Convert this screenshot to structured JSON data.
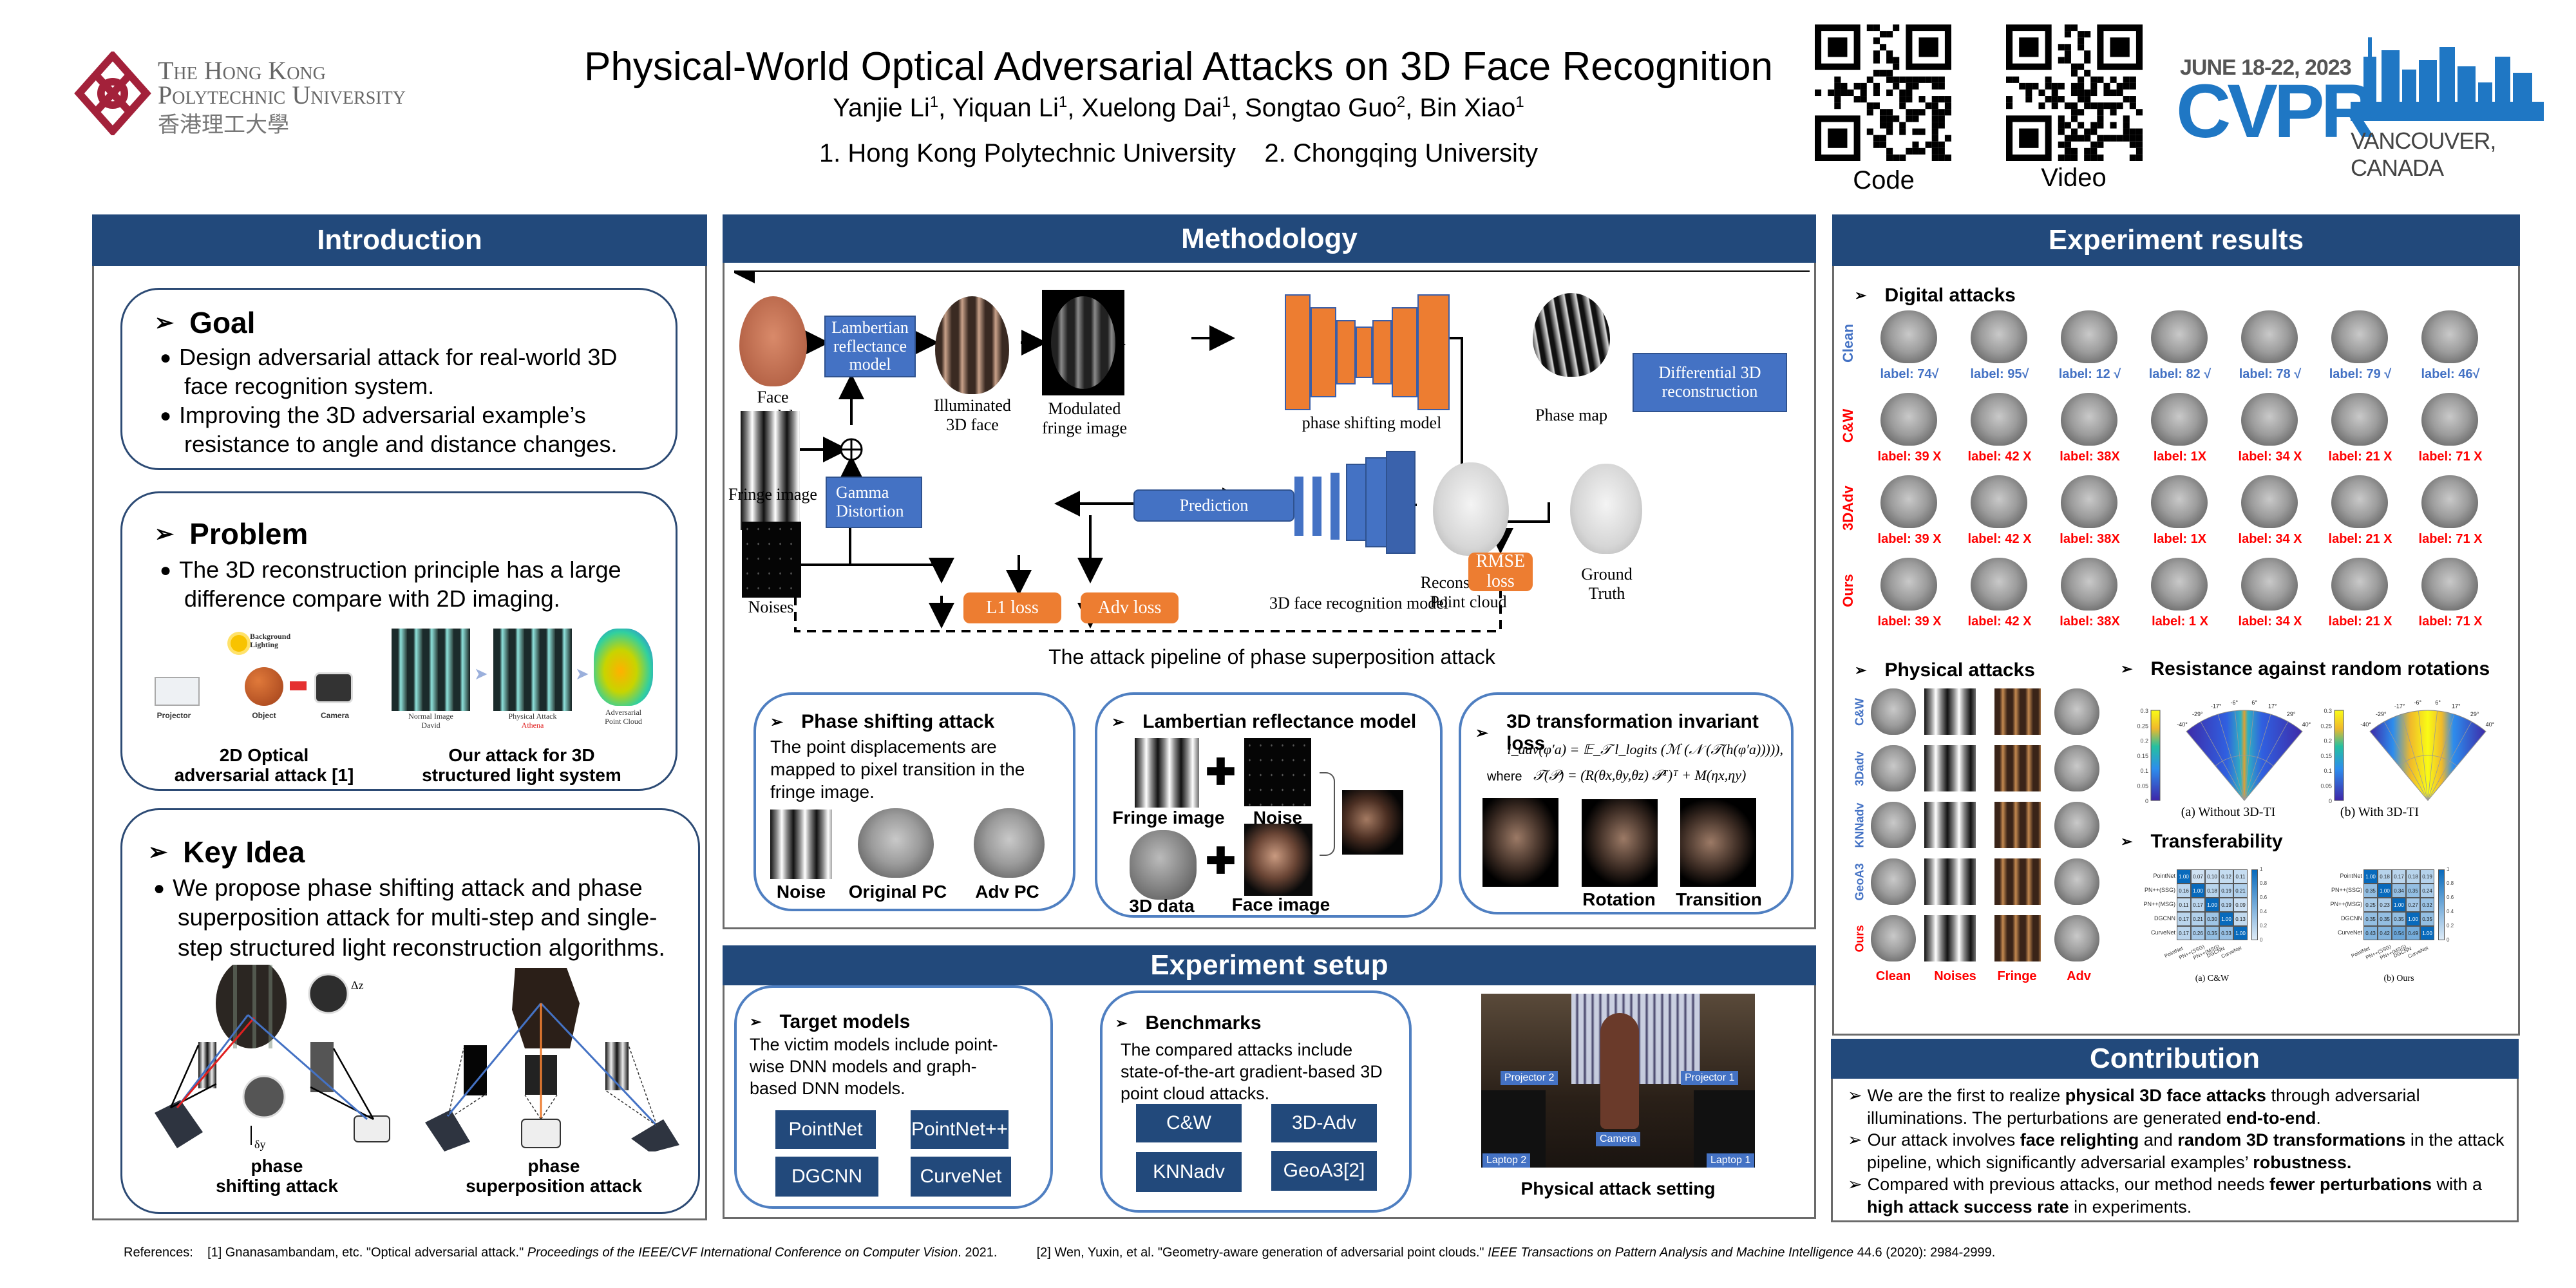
{
  "header": {
    "university": {
      "line1": "The Hong Kong",
      "line2": "Polytechnic University",
      "line3": "香港理工大學",
      "logo_color": "#a3213a"
    },
    "title": "Physical-World Optical Adversarial Attacks on 3D Face Recognition",
    "authors": [
      {
        "name": "Yanjie Li",
        "aff": "1"
      },
      {
        "name": "Yiquan Li",
        "aff": "1"
      },
      {
        "name": "Xuelong Dai",
        "aff": "1"
      },
      {
        "name": "Songtao Guo",
        "aff": "2"
      },
      {
        "name": "Bin Xiao",
        "aff": "1"
      }
    ],
    "affiliations": "1. Hong Kong Polytechnic University    2. Chongqing University",
    "qr_codes": [
      {
        "label": "Code"
      },
      {
        "label": "Video"
      }
    ],
    "conference": {
      "dates": "JUNE 18-22, 2023",
      "name": "CVPR",
      "location": "VANCOUVER, CANADA",
      "color": "#1f77c4"
    }
  },
  "colors": {
    "section_header": "#22497b",
    "box_border": "#2c4a74",
    "accent_blue": "#4472c4",
    "accent_orange": "#ed7d31",
    "red": "#ff0000"
  },
  "introduction": {
    "title": "Introduction",
    "goal": {
      "heading": "Goal",
      "bullets": [
        "Design adversarial attack for real-world 3D face recognition system.",
        "Improving the 3D adversarial example’s resistance to angle and distance changes."
      ]
    },
    "problem": {
      "heading": "Problem",
      "bullets": [
        "The 3D reconstruction principle has a large difference compare with  2D imaging."
      ],
      "figure_left": {
        "labels": {
          "bg": "Background Lighting",
          "projector": "Projector",
          "object": "Object",
          "camera": "Camera"
        },
        "caption_line1": "2D Optical",
        "caption_line2": "adversarial attack [1]"
      },
      "figure_right": {
        "labels": {
          "normal": "Normal Image",
          "normal_sub": "David",
          "physical": "Physical Attack",
          "physical_sub": "Athena",
          "adv": "Adversarial",
          "adv_sub": "Point Cloud"
        },
        "caption_line1": "Our attack for 3D",
        "caption_line2": "structured light system"
      }
    },
    "key_idea": {
      "heading": "Key Idea",
      "bullets": [
        "We propose phase shifting attack and phase superposition attack for multi-step and single-step structured light reconstruction algorithms."
      ],
      "figure_left": {
        "caption_line1": "phase",
        "caption_line2": "shifting attack",
        "delta_z": "Δz",
        "delta_y": "δy"
      },
      "figure_right": {
        "caption_line1": "phase",
        "caption_line2": "superposition attack"
      }
    }
  },
  "methodology": {
    "title": "Methodology",
    "pipeline": {
      "face_model": "Face model",
      "lambertian": "Lambertian reflectance model",
      "illuminated": "Illuminated 3D face",
      "modulated": "Modulated fringe image",
      "phase_shifting_model": "phase shifting model",
      "phase_map": "Phase map",
      "differential": "Differential 3D reconstruction",
      "fringe_image": "Fringe image",
      "gamma": "Gamma Distortion",
      "prediction": "Prediction",
      "noises": "Noises",
      "l1_loss": "L1 loss",
      "adv_loss": "Adv loss",
      "recognition_model": "3D face recognition model",
      "reconstructed": "Reconstructed Point cloud",
      "rmse": "RMSE loss",
      "ground_truth": "Ground Truth",
      "caption": "The attack pipeline of phase superposition attack"
    },
    "phase_shifting": {
      "heading": "Phase shifting attack",
      "text": "The point displacements are mapped to pixel transition in the fringe image.",
      "labels": [
        "Noise",
        "Original PC",
        "Adv PC"
      ]
    },
    "lambertian_box": {
      "heading": "Lambertian reflectance  model",
      "labels": {
        "fringe": "Fringe image",
        "noise": "Noise",
        "data3d": "3D data",
        "face": "Face image"
      }
    },
    "transform_loss": {
      "heading": "3D transformation invariant loss",
      "formula1": "l_adv(φ′a) = 𝔼_𝒯 l_logits (ℳ (𝒩 (𝒯(h(φ′a))))),",
      "where": "where",
      "formula2": "𝒯(𝒫) = (R(θx,θy,θz) 𝒫ᵀ)ᵀ + M(ηx,ηy)",
      "labels": [
        "Rotation",
        "Transition"
      ]
    }
  },
  "setup": {
    "title": "Experiment setup",
    "target_models": {
      "heading": "Target models",
      "text": "The victim models include point-wise DNN models and graph-based DNN models.",
      "models": [
        "PointNet",
        "PointNet++",
        "DGCNN",
        "CurveNet"
      ]
    },
    "benchmarks": {
      "heading": "Benchmarks",
      "text": "The compared attacks include state-of-the-art gradient-based 3D point cloud attacks.",
      "attacks": [
        "C&W",
        "3D-Adv",
        "KNNadv",
        "GeoA3[2]"
      ]
    },
    "physical": {
      "labels": {
        "proj2": "Projector 2",
        "proj1": "Projector 1",
        "camera": "Camera",
        "laptop2": "Laptop 2",
        "laptop1": "Laptop 1"
      },
      "caption": "Physical attack setting"
    }
  },
  "results": {
    "title": "Experiment results",
    "digital": {
      "heading": "Digital attacks",
      "rows": [
        {
          "name": "Clean",
          "status": "ok",
          "labels": [
            "label: 74√",
            "label: 95√",
            "label: 12 √",
            "label: 82 √",
            "label: 78 √",
            "label: 79 √",
            "label: 46√"
          ]
        },
        {
          "name": "C&W",
          "status": "bad",
          "labels": [
            "label: 39 X",
            "label: 42 X",
            "label: 38X",
            "label: 1X",
            "label: 34 X",
            "label: 21 X",
            "label: 71 X"
          ]
        },
        {
          "name": "3DAdv",
          "status": "bad",
          "labels": [
            "label: 39 X",
            "label: 42 X",
            "label: 38X",
            "label: 1X",
            "label: 34 X",
            "label: 21 X",
            "label: 71 X"
          ]
        },
        {
          "name": "Ours",
          "status": "bad",
          "labels": [
            "label: 39 X",
            "label: 42 X",
            "label: 38X",
            "label: 1 X",
            "label: 34 X",
            "label: 21 X",
            "label: 71 X"
          ]
        }
      ]
    },
    "physical": {
      "heading": "Physical attacks",
      "rows": [
        "C&W",
        "3Dadv",
        "KNNadv",
        "GeoA3",
        "Ours"
      ],
      "columns": [
        "Clean",
        "Noises",
        "Fringe",
        "Adv"
      ]
    },
    "rotation": {
      "heading": "Resistance against random rotations",
      "angles": [
        "-40°",
        "-29°",
        "-17°",
        "-6°",
        "6°",
        "17°",
        "29°",
        "40°"
      ],
      "colorbar_ticks": [
        "0.3",
        "0.25",
        "0.2",
        "0.15",
        "0.1",
        "0.05",
        "0"
      ],
      "captions": [
        "(a) Without 3D-TI",
        "(b) With 3D-TI"
      ]
    },
    "transferability": {
      "heading": "Transferability",
      "models": [
        "PointNet",
        "PN++(SSG)",
        "PN++(MSG)",
        "DGCNN",
        "CurveNet"
      ],
      "colorbar_ticks": [
        "1",
        "0.8",
        "0.6",
        "0.4",
        "0.2",
        "0"
      ],
      "matrices": [
        {
          "caption": "(a) C&W",
          "values": [
            [
              "1.00",
              "0.07",
              "0.10",
              "0.12",
              "0.11"
            ],
            [
              "0.16",
              "1.00",
              "0.18",
              "0.19",
              "0.21"
            ],
            [
              "0.11",
              "0.17",
              "1.00",
              "0.19",
              "0.09"
            ],
            [
              "0.17",
              "0.21",
              "0.30",
              "1.00",
              "0.13"
            ],
            [
              "0.17",
              "0.26",
              "0.35",
              "0.33",
              "1.00"
            ]
          ]
        },
        {
          "caption": "(b) Ours",
          "values": [
            [
              "1.00",
              "0.18",
              "0.17",
              "0.18",
              "0.19"
            ],
            [
              "0.35",
              "1.00",
              "0.34",
              "0.35",
              "0.24"
            ],
            [
              "0.25",
              "0.23",
              "1.00",
              "0.27",
              "0.32"
            ],
            [
              "0.35",
              "0.35",
              "0.35",
              "1.00",
              "0.35"
            ],
            [
              "0.43",
              "0.42",
              "0.54",
              "0.49",
              "1.00"
            ]
          ]
        }
      ]
    }
  },
  "contribution": {
    "title": "Contribution",
    "items": [
      [
        {
          "t": "We are the first to realize "
        },
        {
          "t": "physical 3D face attacks",
          "b": true
        },
        {
          "t": " through adversarial illuminations. The perturbations are generated "
        },
        {
          "t": "end-to-end",
          "b": true
        },
        {
          "t": "."
        }
      ],
      [
        {
          "t": "Our attack involves "
        },
        {
          "t": "face relighting",
          "b": true
        },
        {
          "t": " and "
        },
        {
          "t": "random 3D transformations",
          "b": true
        },
        {
          "t": " in the attack pipeline, which significantly adversarial examples’ "
        },
        {
          "t": "robustness.",
          "b": true
        }
      ],
      [
        {
          "t": "Compared with previous attacks, our method needs "
        },
        {
          "t": "fewer perturbations",
          "b": true
        },
        {
          "t": " with a "
        },
        {
          "t": "high attack success rate",
          "b": true
        },
        {
          "t": " in experiments."
        }
      ]
    ]
  },
  "references": {
    "label": "References:",
    "ref1_plain": "[1] Gnanasambandam, etc. \"Optical adversarial attack.\" ",
    "ref1_italic": "Proceedings of the IEEE/CVF International Conference on Computer Vision",
    "ref1_tail": ". 2021.",
    "ref2_plain": "[2] Wen, Yuxin, et al. \"Geometry-aware generation of adversarial point clouds.\" ",
    "ref2_italic": "IEEE Transactions on Pattern Analysis and Machine Intelligence",
    "ref2_tail": " 44.6 (2020): 2984-2999."
  }
}
